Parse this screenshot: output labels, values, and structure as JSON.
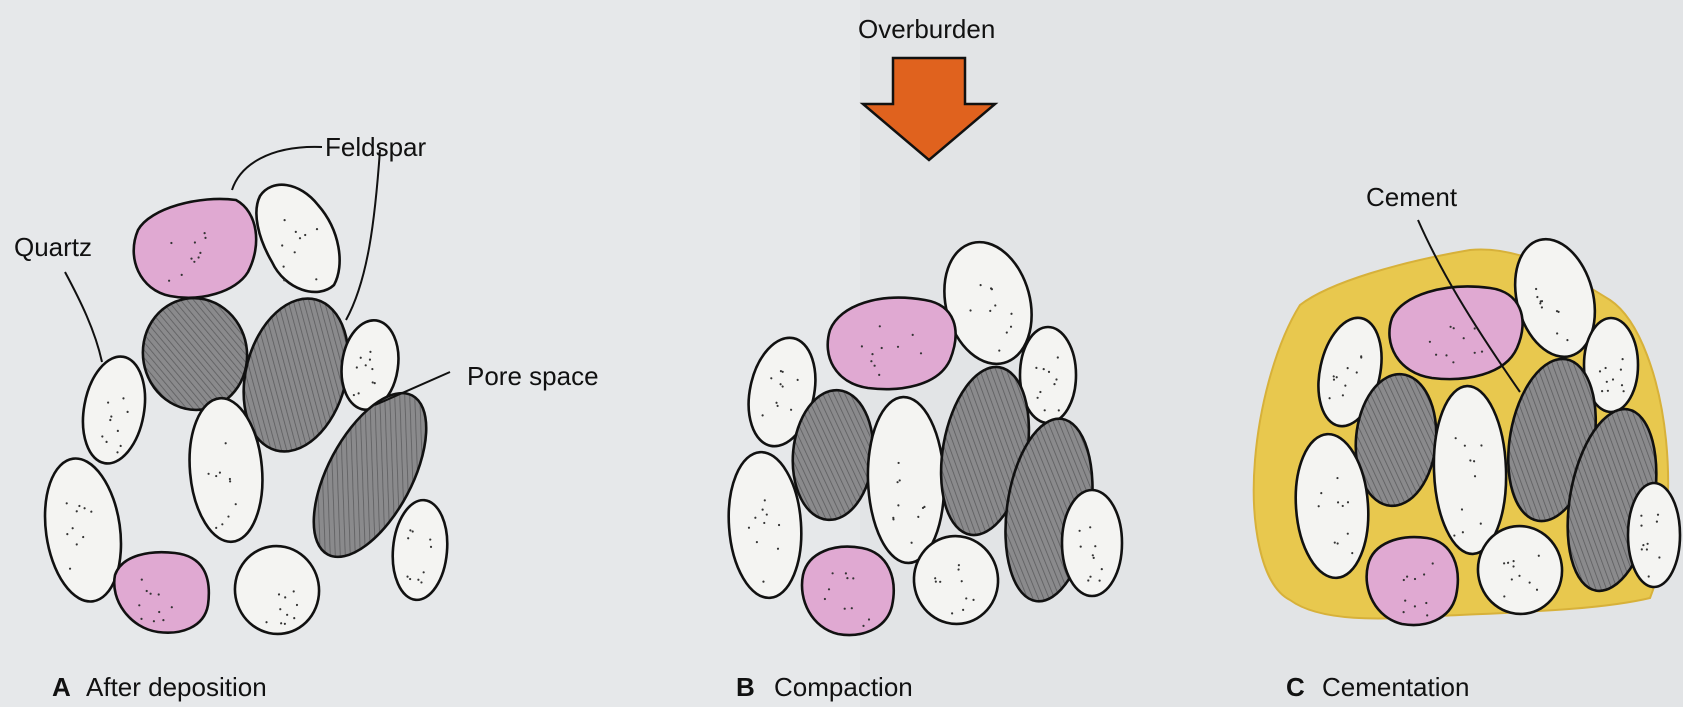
{
  "labels": {
    "overburden": "Overburden",
    "feldspar": "Feldspar",
    "quartz": "Quartz",
    "pore_space": "Pore space",
    "cement": "Cement"
  },
  "panels": [
    {
      "letter": "A",
      "caption": "After deposition"
    },
    {
      "letter": "B",
      "caption": "Compaction"
    },
    {
      "letter": "C",
      "caption": "Cementation"
    }
  ],
  "colors": {
    "background": "#e6e8ea",
    "quartz": "#f4f4f2",
    "feldspar": "#e0a9d2",
    "dark_grain": "#8a8a8c",
    "cement": "#e8c84e",
    "arrow": "#e0621e"
  },
  "icons": {
    "overburden_arrow": "down-arrow-icon"
  }
}
